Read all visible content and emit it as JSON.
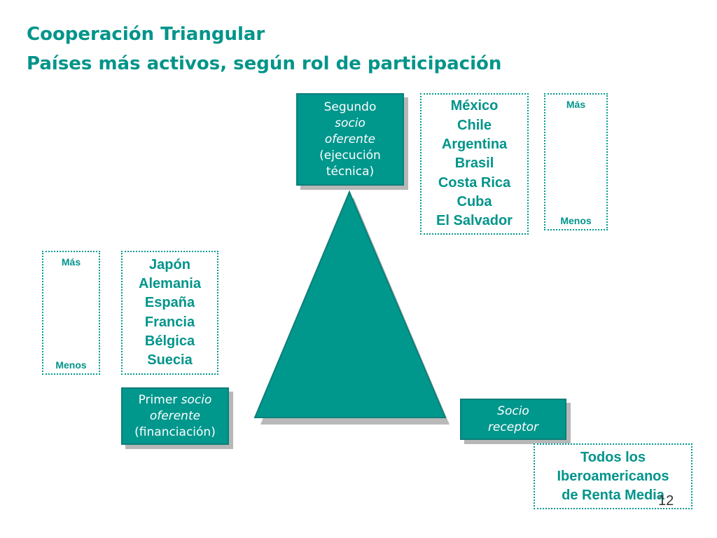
{
  "title": {
    "line1": "Cooperación Triangular",
    "line2": "Países más activos, según rol de participación"
  },
  "roles": {
    "second": {
      "line1": "Segundo",
      "line2": "socio",
      "line3": "oferente",
      "line4": "(ejecución",
      "line5": "técnica)"
    },
    "first": {
      "line1_a": "Primer ",
      "line1_b": "socio",
      "line2": "oferente",
      "line3": "(financiación)"
    },
    "receiver": {
      "line1": "Socio",
      "line2": "receptor"
    }
  },
  "second_partners": [
    "México",
    "Chile",
    "Argentina",
    "Brasil",
    "Costa Rica",
    "Cuba",
    "El Salvador"
  ],
  "first_partners": [
    "Japón",
    "Alemania",
    "España",
    "Francia",
    "Bélgica",
    "Suecia"
  ],
  "receivers": [
    "Todos los",
    "Iberoamericanos",
    "de Renta Media"
  ],
  "scale": {
    "top": "Más",
    "bottom": "Menos"
  },
  "colors": {
    "accent": "#00978d",
    "shadow": "#b7b7b7"
  },
  "page_number": "12"
}
